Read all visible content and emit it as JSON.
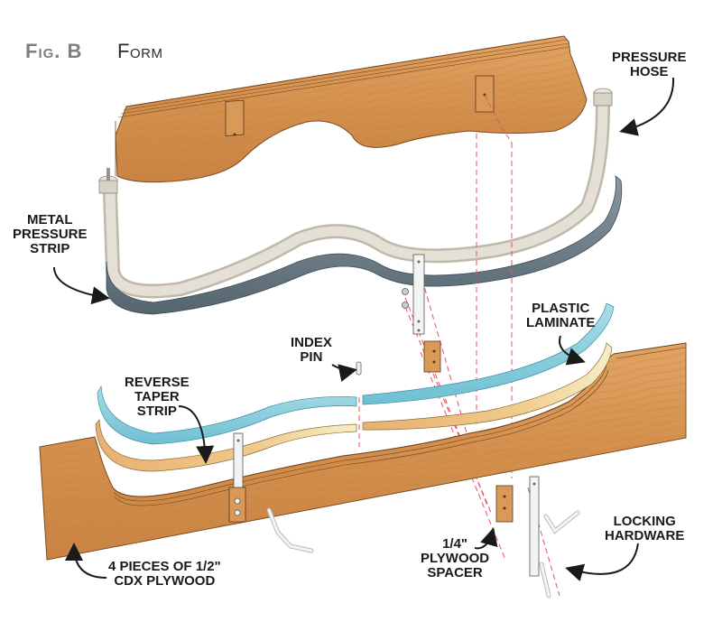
{
  "figure": {
    "label": "Fig. B",
    "title": "Form"
  },
  "callouts": {
    "pressure_hose": [
      "PRESSURE",
      "HOSE"
    ],
    "metal_pressure_strip": [
      "METAL",
      "PRESSURE",
      "STRIP"
    ],
    "index_pin": [
      "INDEX",
      "PIN"
    ],
    "plastic_laminate": [
      "PLASTIC",
      "LAMINATE"
    ],
    "reverse_taper_strip": [
      "REVERSE",
      "TAPER",
      "STRIP"
    ],
    "plywood_base": [
      "4 PIECES OF 1/2\"",
      "CDX PLYWOOD"
    ],
    "plywood_spacer": [
      "1/4\"",
      "PLYWOOD",
      "SPACER"
    ],
    "locking_hardware": [
      "LOCKING",
      "HARDWARE"
    ]
  },
  "colors": {
    "wood": "#d9954f",
    "wood_dark": "#b8723a",
    "laminate": "#8fd0df",
    "taper_strip": "#f0c98a",
    "taper_light": "#f6efc6",
    "metal_strip": "#6f8390",
    "hose": "#dcd8cc",
    "guide_line": "#e8505b",
    "text": "#1a1a1a",
    "title_gray": "#7d7f82"
  }
}
